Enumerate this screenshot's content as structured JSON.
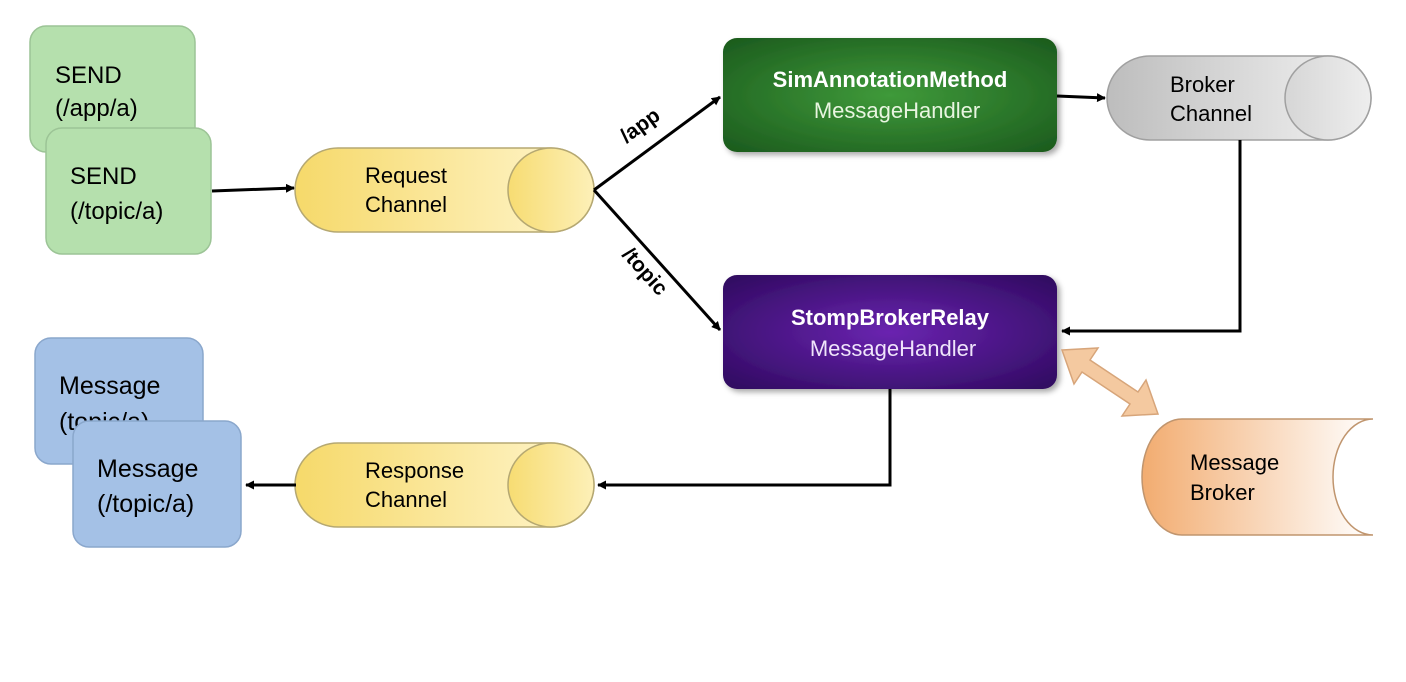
{
  "send_app": {
    "line1": "SEND",
    "line2": "(/app/a)"
  },
  "send_topic": {
    "line1": "SEND",
    "line2": "(/topic/a)"
  },
  "request_channel": {
    "line1": "Request",
    "line2": "Channel"
  },
  "response_channel": {
    "line1": "Response",
    "line2": "Channel"
  },
  "broker_channel": {
    "line1": "Broker",
    "line2": "Channel"
  },
  "sim_handler": {
    "line1": "SimAnnotationMethod",
    "line2": "MessageHandler"
  },
  "relay_handler": {
    "line1": "StompBrokerRelay",
    "line2": "MessageHandler"
  },
  "message_broker": {
    "line1": "Message",
    "line2": "Broker"
  },
  "message_back": {
    "line1": "Message",
    "line2": "(topic/a)"
  },
  "message_front": {
    "line1": "Message",
    "line2": "(/topic/a)"
  },
  "edges": {
    "app": "/app",
    "topic": "/topic"
  },
  "colors": {
    "send_green": "#b5e0ad",
    "message_blue": "#a4c1e6",
    "channel_yellow": "#f7df78",
    "broker_channel_grey": "#c8c8c8",
    "sim_green": "#2a7a2a",
    "relay_purple": "#4a1288",
    "message_broker_orange": "#f4b985"
  }
}
